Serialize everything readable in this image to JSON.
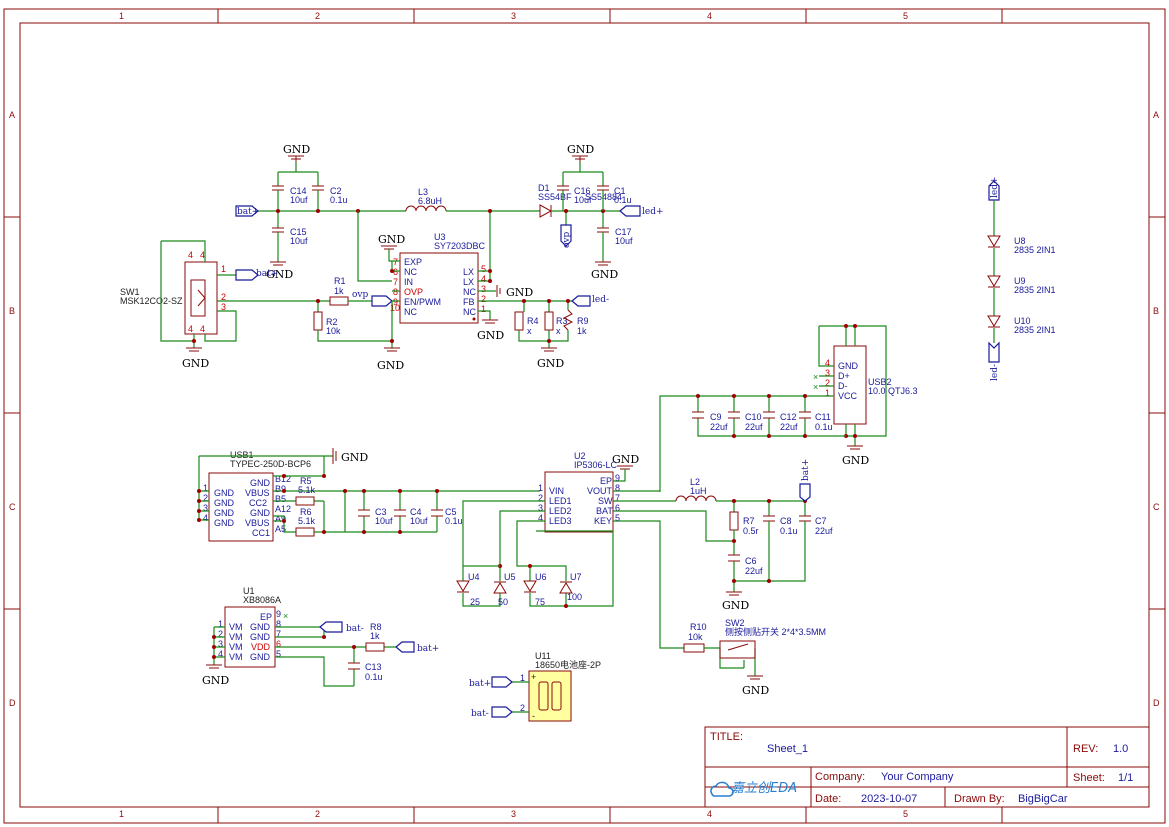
{
  "grid": {
    "cols": [
      "1",
      "2",
      "3",
      "4",
      "5"
    ],
    "rows": [
      "A",
      "B",
      "C",
      "D"
    ]
  },
  "title_block": {
    "title_label": "TITLE:",
    "title": "Sheet_1",
    "rev_label": "REV:",
    "rev": "1.0",
    "company_label": "Company:",
    "company": "Your Company",
    "sheet_label": "Sheet:",
    "sheet": "1/1",
    "date_label": "Date:",
    "date": "2023-10-07",
    "drawn_label": "Drawn By:",
    "drawn_by": "BigBigCar",
    "logo": "嘉立创EDA"
  },
  "gnd": "GND",
  "nets": {
    "bat_plus": "bat+",
    "bat_minus": "bat-",
    "ovp": "ovp",
    "led_plus": "led+",
    "led_minus": "led-"
  },
  "components": {
    "c14": {
      "ref": "C14",
      "val": "10uf"
    },
    "c2": {
      "ref": "C2",
      "val": "0.1u"
    },
    "c15": {
      "ref": "C15",
      "val": "10uf"
    },
    "l3": {
      "ref": "L3",
      "val": "6.8uH"
    },
    "d1": {
      "ref": "D1",
      "val": "SS54BF"
    },
    "c16": {
      "ref": "C16",
      "val": "10uf"
    },
    "c1": {
      "ref": "C1",
      "val": "0.1u"
    },
    "c16_extra": "SS54884",
    "c17": {
      "ref": "C17",
      "val": "10uf"
    },
    "u3": {
      "ref": "U3",
      "val": "SY7203DBC",
      "pins_left": [
        "EXP",
        "NC",
        "IN",
        "OVP",
        "EN/PWM",
        "NC"
      ],
      "pins_left_num": [
        "7",
        "6",
        "7",
        "8",
        "9",
        "10"
      ],
      "pins_right": [
        "LX",
        "LX",
        "NC",
        "FB",
        "NC"
      ],
      "pins_right_num": [
        "5",
        "4",
        "3",
        "2",
        "1"
      ]
    },
    "sw1": {
      "ref": "SW1",
      "val": "MSK12CO2-SZ"
    },
    "r1": {
      "ref": "R1",
      "val": "1k"
    },
    "r2": {
      "ref": "R2",
      "val": "10k"
    },
    "r4": {
      "ref": "R4",
      "val": "x"
    },
    "r3": {
      "ref": "R3",
      "val": "x"
    },
    "r9": {
      "ref": "R9",
      "val": "1k"
    },
    "u8": {
      "ref": "U8",
      "val": "2835 2IN1"
    },
    "u9": {
      "ref": "U9",
      "val": "2835 2IN1"
    },
    "u10": {
      "ref": "U10",
      "val": "2835 2IN1"
    },
    "usb2": {
      "ref": "USB2",
      "val": "10.0 QTJ6.3",
      "pins": [
        "GND",
        "D+",
        "D-",
        "VCC"
      ]
    },
    "c9": {
      "ref": "C9",
      "val": "22uf"
    },
    "c10": {
      "ref": "C10",
      "val": "22uf"
    },
    "c12": {
      "ref": "C12",
      "val": "22uf"
    },
    "c11": {
      "ref": "C11",
      "val": "0.1u"
    },
    "usb1": {
      "ref": "USB1",
      "val": "TYPEC-250D-BCP6",
      "pins": [
        "GND",
        "VBUS",
        "CC2",
        "GND",
        "VBUS",
        "CC1"
      ],
      "pins_right_num": [
        "B12",
        "B9",
        "B5",
        "A12",
        "A9",
        "A5"
      ]
    },
    "r5": {
      "ref": "R5",
      "val": "5.1k"
    },
    "r6": {
      "ref": "R6",
      "val": "5.1k"
    },
    "c3": {
      "ref": "C3",
      "val": "10uf"
    },
    "c4": {
      "ref": "C4",
      "val": "10uf"
    },
    "c5": {
      "ref": "C5",
      "val": "0.1u"
    },
    "u2": {
      "ref": "U2",
      "val": "IP5306-LC",
      "pins_left": [
        "VIN",
        "LED1",
        "LED2",
        "LED3"
      ],
      "pins_right": [
        "EP",
        "VOUT",
        "SW",
        "BAT",
        "KEY"
      ]
    },
    "l2": {
      "ref": "L2",
      "val": "1uH"
    },
    "r7": {
      "ref": "R7",
      "val": "0.5r"
    },
    "c8": {
      "ref": "C8",
      "val": "0.1u"
    },
    "c7": {
      "ref": "C7",
      "val": "22uf"
    },
    "c6": {
      "ref": "C6",
      "val": "22uf"
    },
    "u4": {
      "ref": "U4",
      "val": "25"
    },
    "u5": {
      "ref": "U5",
      "val": "50"
    },
    "u6": {
      "ref": "U6",
      "val": "75"
    },
    "u7": {
      "ref": "U7",
      "val": "100"
    },
    "u1": {
      "ref": "U1",
      "val": "XB8086A",
      "pins": [
        "VM",
        "VM",
        "VM",
        "VM"
      ],
      "pins_right": [
        "EP",
        "GND",
        "GND",
        "VDD",
        "GND"
      ]
    },
    "r8": {
      "ref": "R8",
      "val": "1k"
    },
    "c13": {
      "ref": "C13",
      "val": "0.1u"
    },
    "r10": {
      "ref": "R10",
      "val": "10k"
    },
    "sw2": {
      "ref": "SW2",
      "val": "侧按侧贴开关 2*4*3.5MM"
    },
    "u11": {
      "ref": "U11",
      "val": "18650电池座-2P"
    }
  },
  "colors": {
    "frame": "#8b0a0a",
    "wire": "#1a8a1a",
    "text_blue": "#1a1a9c",
    "pin_red": "#cc0000",
    "battery_fill": "#ffffa0"
  }
}
